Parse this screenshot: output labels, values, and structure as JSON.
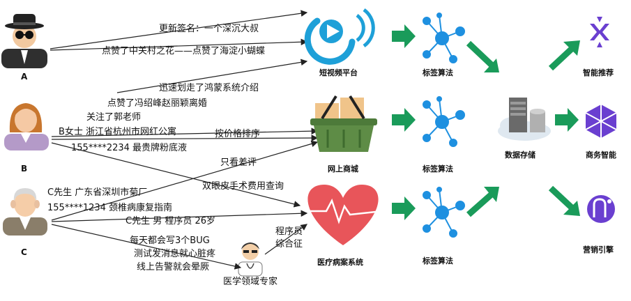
{
  "persons": {
    "a": {
      "label": "A"
    },
    "b": {
      "label": "B"
    },
    "c": {
      "label": "C"
    }
  },
  "doctor": {
    "label": "医学领域专家",
    "diagnosis": [
      "程序员",
      "综合征"
    ]
  },
  "texts": {
    "a1": "更新签名：一个深沉大叔",
    "a2": "点赞了中关村之花——点赞了海淀小蝴蝶",
    "a3": "迅速划走了鸿蒙系统介绍",
    "b1": "点赞了冯绍峰赵丽颖离婚",
    "b2": "关注了郭老师",
    "b3": "B女士 浙江省杭州市网红公寓",
    "b3b": "按价格排序",
    "b4": "155****2234 最贵牌粉底液",
    "b5": "只看差评",
    "b6": "双眼皮手术费用查询",
    "c1": "C先生 广东省深圳市菊厂",
    "c2": "155****1234 颈椎病康复指南",
    "c3": "C先生 男 程序员 26岁",
    "c4": "每天都会写3个BUG",
    "c5": "测试发消息就心脏疼",
    "c6": "线上告警就会晕厥"
  },
  "platforms": {
    "video": {
      "label": "短视频平台"
    },
    "shop": {
      "label": "网上商城"
    },
    "medical": {
      "label": "医疗病案系统"
    }
  },
  "algorithms": {
    "label": "标签算法"
  },
  "storage": {
    "label": "数据存储"
  },
  "outputs": {
    "recommend": {
      "label": "智能推荐"
    },
    "bi": {
      "label": "商务智能"
    },
    "marketing": {
      "label": "营销引擎"
    }
  },
  "colors": {
    "arrow_green": "#1a9b5a",
    "line": "#222222",
    "video_blue": "#1ea0d8",
    "node_blue": "#1e90e0",
    "basket_green": "#4d7a3a",
    "heart_red": "#e8555a",
    "purple": "#6a3fd0"
  }
}
